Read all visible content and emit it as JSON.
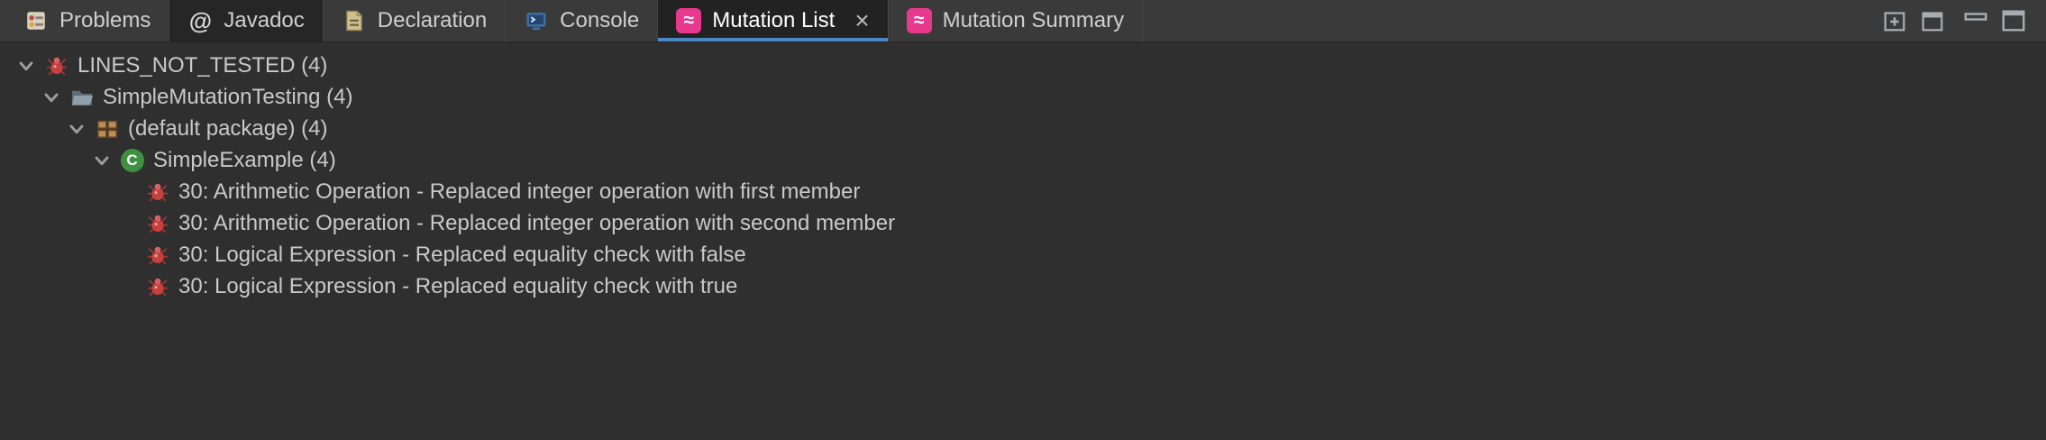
{
  "colors": {
    "accent": "#4a86c5",
    "mutation_pink": "#e73a8e",
    "class_green": "#3f9142",
    "bug_red": "#c74040"
  },
  "tab_bar": {
    "tabs": [
      {
        "label": "Problems"
      },
      {
        "label": "Javadoc",
        "glyph": "@"
      },
      {
        "label": "Declaration"
      },
      {
        "label": "Console"
      },
      {
        "label": "Mutation List",
        "glyph": "≈",
        "close": "×"
      },
      {
        "label": "Mutation Summary",
        "glyph": "≈"
      }
    ]
  },
  "tree": {
    "rows": [
      {
        "label": "LINES_NOT_TESTED (4)"
      },
      {
        "label": "SimpleMutationTesting (4)"
      },
      {
        "label": "(default package) (4)"
      },
      {
        "label": "SimpleExample (4)"
      },
      {
        "label": "30: Arithmetic Operation - Replaced integer operation with first member"
      },
      {
        "label": "30: Arithmetic Operation - Replaced integer operation with second member"
      },
      {
        "label": "30: Logical Expression - Replaced equality check with false"
      },
      {
        "label": "30: Logical Expression - Replaced equality check with true"
      }
    ]
  }
}
